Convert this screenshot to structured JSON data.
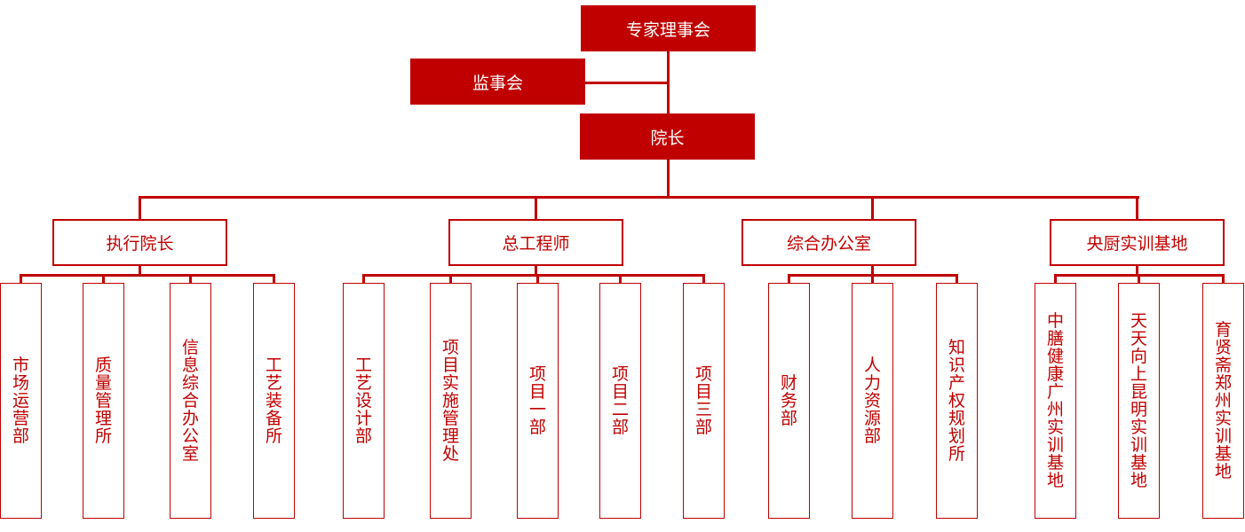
{
  "colors": {
    "accent": "#c00000",
    "text_on_accent": "#ffffff"
  },
  "top": {
    "council": "专家理事会",
    "supervisors": "监事会",
    "president": "院长"
  },
  "departments": [
    {
      "title": "执行院长",
      "units": [
        "市场运营部",
        "质量管理所",
        "信息综合办公室",
        "工艺装备所"
      ]
    },
    {
      "title": "总工程师",
      "units": [
        "工艺设计部",
        "项目实施管理处",
        "项目一部",
        "项目二部",
        "项目三部"
      ]
    },
    {
      "title": "综合办公室",
      "units": [
        "财务部",
        "人力资源部",
        "知识产权规划所"
      ]
    },
    {
      "title": "央厨实训基地",
      "units": [
        "中膳健康广州实训基地",
        "天天向上昆明实训基地",
        "育贤斋郑州实训基地"
      ]
    }
  ]
}
